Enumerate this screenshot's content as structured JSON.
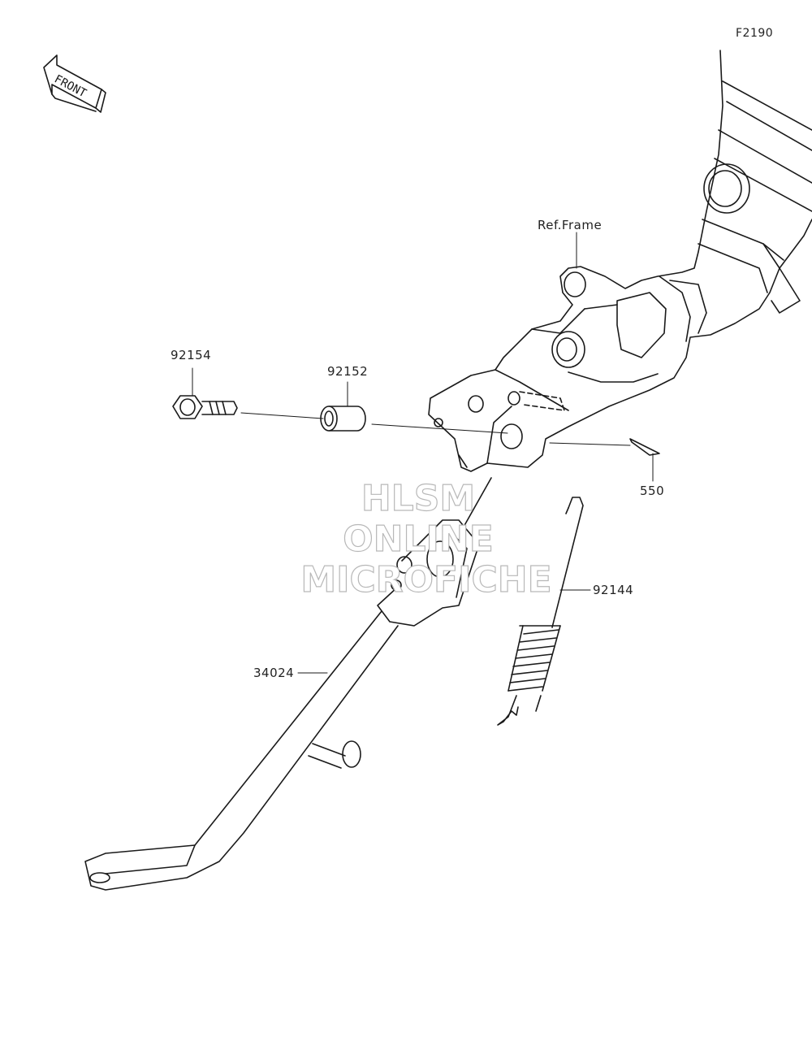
{
  "diagram": {
    "code": "F2190",
    "front_arrow_text": "FRONT",
    "ref_label": "Ref.Frame",
    "parts": [
      {
        "number": "92154",
        "name": "bolt"
      },
      {
        "number": "92152",
        "name": "collar"
      },
      {
        "number": "550",
        "name": "cotter-pin"
      },
      {
        "number": "92144",
        "name": "spring"
      },
      {
        "number": "34024",
        "name": "side-stand"
      }
    ]
  },
  "watermark": {
    "line1": "HLSM",
    "line2": "ONLINE",
    "line3": "MICROFICHE"
  },
  "colors": {
    "line": "#1a1a1a",
    "watermark": "#b8b8b8"
  }
}
